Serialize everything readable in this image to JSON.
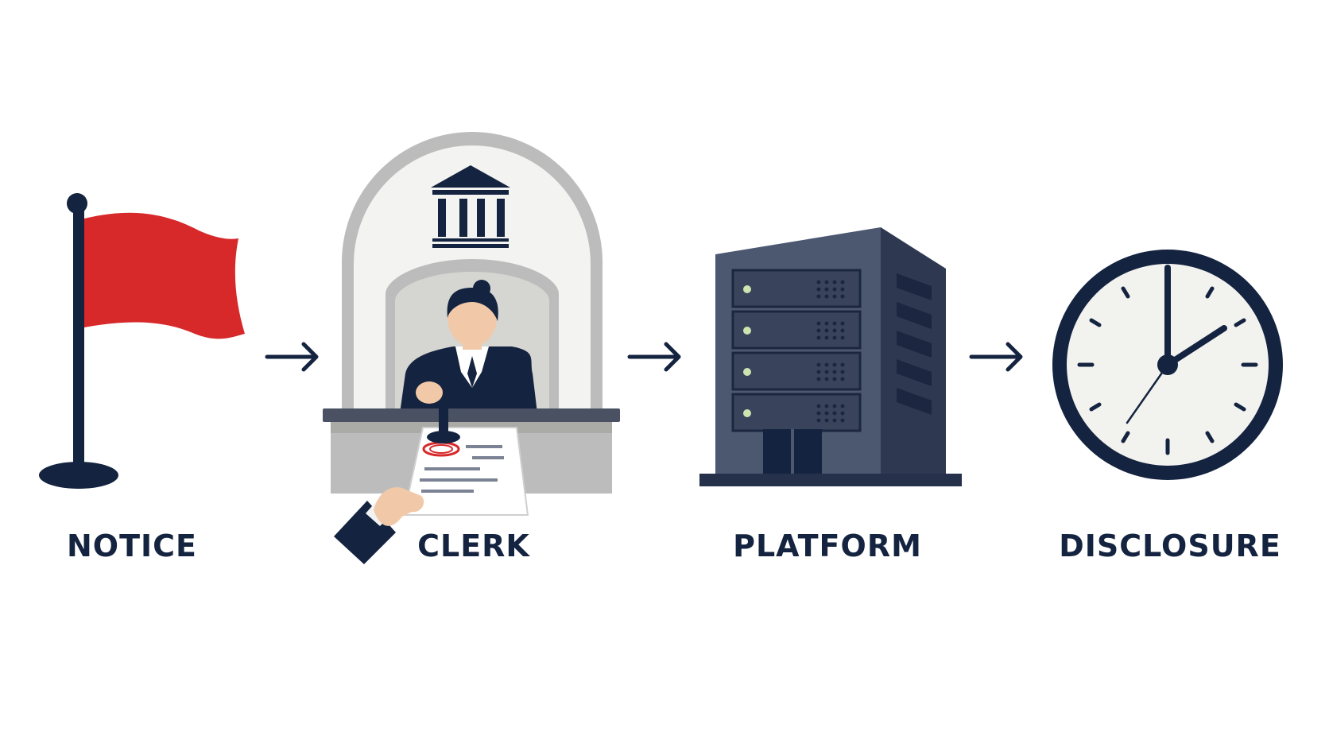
{
  "steps": [
    {
      "label": "NOTICE",
      "icon": "red-flag-icon"
    },
    {
      "label": "CLERK",
      "icon": "courthouse-clerk-icon"
    },
    {
      "label": "PLATFORM",
      "icon": "server-building-icon"
    },
    {
      "label": "DISCLOSURE",
      "icon": "clock-icon"
    }
  ],
  "connectors": [
    "right-arrow-icon",
    "right-arrow-icon",
    "right-arrow-icon"
  ],
  "colors": {
    "navy": "#14233f",
    "flag_red": "#d7282a",
    "arch_gray": "#bcbcbc",
    "panel_light": "#f3f3f1",
    "building_slate": "#4c5870",
    "clock_face": "#f2f2ef",
    "stamp_red": "#d7282a"
  }
}
